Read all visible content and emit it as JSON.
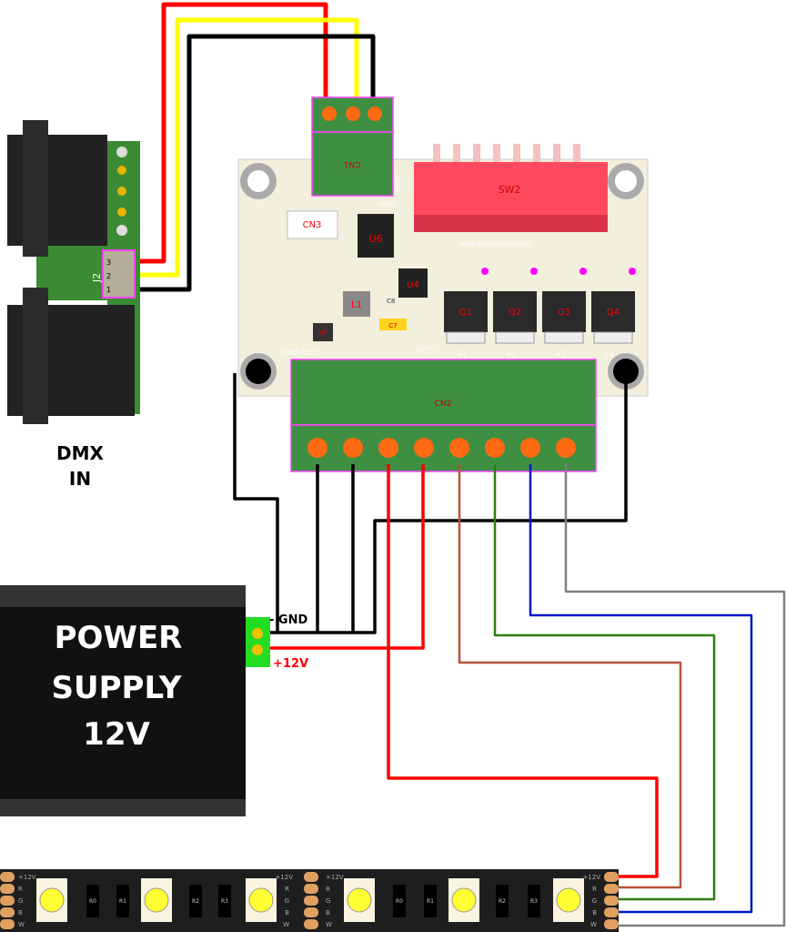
{
  "dmx": {
    "label_line1": "DMX",
    "label_line2": "IN",
    "connector": "J2",
    "pins": [
      "3",
      "2",
      "1"
    ]
  },
  "power_supply": {
    "line1": "POWER",
    "line2": "SUPPLY",
    "line3": "12V",
    "gnd_label": "- GND",
    "v12_label": "+12V"
  },
  "board": {
    "cn1": "CN1",
    "cn2": "CN2",
    "cn3": "CN3",
    "sw2": "SW2",
    "u6": "U6",
    "u4": "U4",
    "u7": "U7",
    "l1": "L1",
    "c8": "C8",
    "c7": "C7",
    "website": "www.electroconcept.fr",
    "mosfets": [
      "Q1",
      "Q2",
      "Q3",
      "Q4"
    ],
    "outputs": [
      "V1",
      "V2",
      "V3",
      "V4"
    ],
    "vcc": "VCC",
    "gnd_out": "GND-OUT",
    "dmx_silk": "DMX",
    "gnd_silk": "GND"
  },
  "strip": {
    "pads": [
      "+12V",
      "R",
      "G",
      "B",
      "W"
    ],
    "resistors": [
      "R0",
      "R1",
      "R2",
      "R3"
    ]
  },
  "colors": {
    "red": "#ff0000",
    "yellow": "#ffff00",
    "black": "#000000",
    "brown": "#b5533c",
    "green": "#2e7d0f",
    "blue": "#0018c8",
    "grey": "#808080",
    "pcb_green": "#4a8c4a",
    "switch_pink": "#ff4a5e",
    "terminal_orange": "#ff6a13"
  }
}
